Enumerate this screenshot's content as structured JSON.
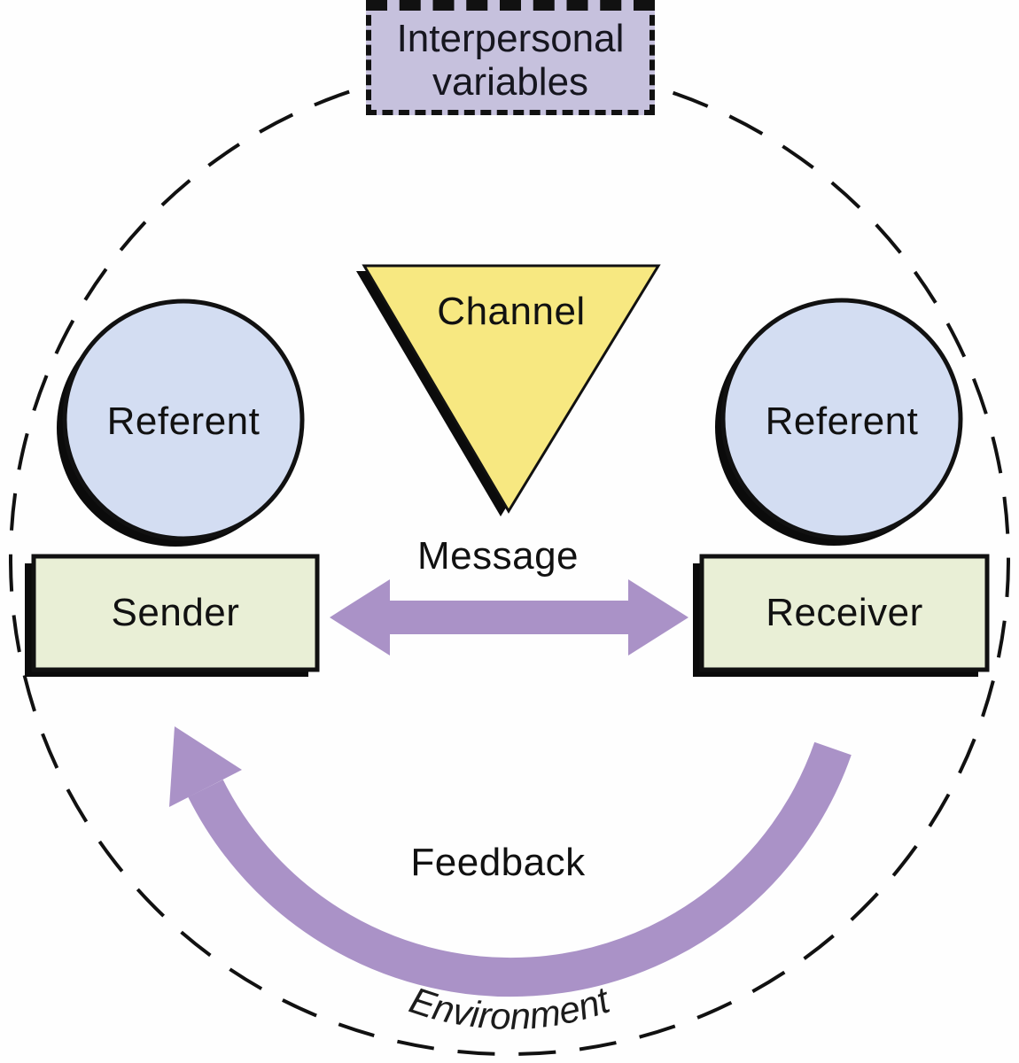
{
  "diagram": {
    "interpersonal_box": {
      "line1": "Interpersonal",
      "line2": "variables"
    },
    "channel_label": "Channel",
    "referent_left_label": "Referent",
    "referent_right_label": "Referent",
    "sender_label": "Sender",
    "receiver_label": "Receiver",
    "message_label": "Message",
    "feedback_label": "Feedback",
    "environment_label": "Environment"
  },
  "colors": {
    "interpersonal_fill": "#c6c1dd",
    "channel_fill": "#f7e881",
    "referent_fill": "#d3ddf2",
    "sender_fill": "#e9efd6",
    "receiver_fill": "#e9efd6",
    "arrow_purple": "#aa92c7",
    "shadow_black": "#0b0b0b",
    "outline_black": "#111111",
    "background": "#fefefe"
  }
}
